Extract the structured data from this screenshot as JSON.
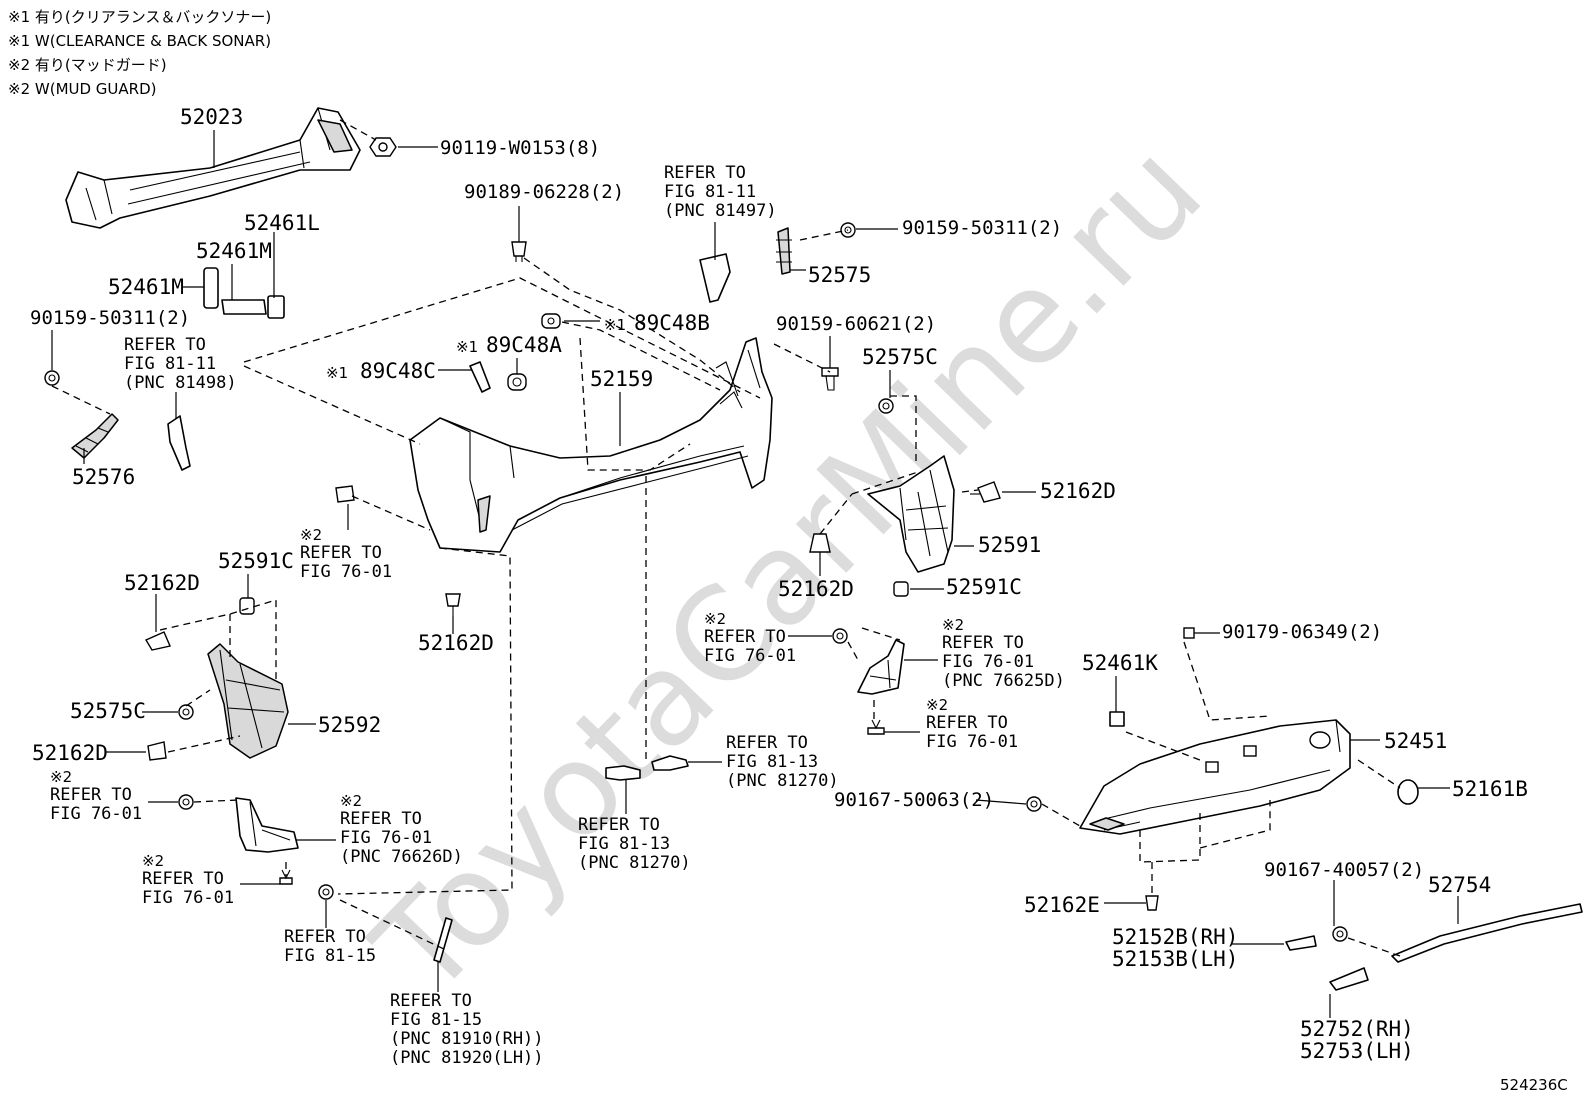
{
  "notes": [
    "※1  有り(クリアランス＆バックソナー)",
    "※1  W(CLEARANCE & BACK SONAR)",
    "※2  有り(マッドガード)",
    "※2  W(MUD GUARD)"
  ],
  "watermark": "ToyotaCarMine.ru",
  "drawing_id": "524236C",
  "marks": {
    "m1": "※1",
    "m2": "※2"
  },
  "parts": {
    "p52023": "52023",
    "p90119": "90119-W0153(8)",
    "p52461L": "52461L",
    "p52461M_a": "52461M",
    "p52461M_b": "52461M",
    "p90159_50311_l": "90159-50311(2)",
    "p52576": "52576",
    "p89C48C": "89C48C",
    "p89C48A": "89C48A",
    "p89C48B": "89C48B",
    "p90189": "90189-06228(2)",
    "p52159": "52159",
    "p90159_50311_r": "90159-50311(2)",
    "p52575": "52575",
    "p90159_60621": "90159-60621(2)",
    "p52575C_r": "52575C",
    "p52162D_r1": "52162D",
    "p52591": "52591",
    "p52162D_r2": "52162D",
    "p52591C_r": "52591C",
    "p52162D_c": "52162D",
    "p52162D_l1": "52162D",
    "p52591C_l": "52591C",
    "p52575C_l": "52575C",
    "p52592": "52592",
    "p52162D_l2": "52162D",
    "p90179": "90179-06349(2)",
    "p52461K": "52461K",
    "p52451": "52451",
    "p52161B": "52161B",
    "p90167_50063": "90167-50063(2)",
    "p52162E": "52162E",
    "p90167_40057": "90167-40057(2)",
    "p52754": "52754",
    "p52152B": "52152B(RH)",
    "p52153B": "52153B(LH)",
    "p52752": "52752(RH)",
    "p52753": "52753(LH)"
  },
  "refs": {
    "r81497": [
      "REFER TO",
      "FIG 81-11",
      "(PNC 81497)"
    ],
    "r81498": [
      "REFER TO",
      "FIG 81-11",
      "(PNC 81498)"
    ],
    "r7601_c": [
      "REFER TO",
      "FIG 76-01"
    ],
    "r7601_l1": [
      "REFER TO",
      "FIG 76-01"
    ],
    "r76626": [
      "REFER TO",
      "FIG 76-01",
      "(PNC 76626D)"
    ],
    "r7601_l2": [
      "REFER TO",
      "FIG 76-01"
    ],
    "r8115_a": [
      "REFER TO",
      "FIG 81-15"
    ],
    "r8115_b": [
      "REFER TO",
      "FIG 81-15",
      "(PNC 81910(RH))",
      "(PNC 81920(LH))"
    ],
    "r81270_a": [
      "REFER TO",
      "FIG 81-13",
      "(PNC 81270)"
    ],
    "r81270_b": [
      "REFER TO",
      "FIG 81-13",
      "(PNC 81270)"
    ],
    "r7601_m": [
      "REFER TO",
      "FIG 76-01"
    ],
    "r76625": [
      "REFER TO",
      "FIG 76-01",
      "(PNC 76625D)"
    ],
    "r7601_m2": [
      "REFER TO",
      "FIG 76-01"
    ]
  }
}
